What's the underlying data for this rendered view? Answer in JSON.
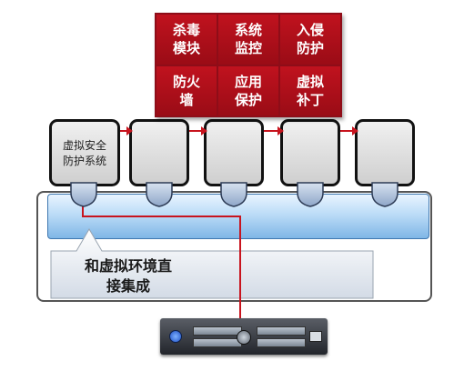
{
  "modules": [
    {
      "name": "module-antivirus",
      "lines": [
        "杀毒",
        "模块"
      ]
    },
    {
      "name": "module-system-monitor",
      "lines": [
        "系统",
        "监控"
      ]
    },
    {
      "name": "module-intrusion-prevention",
      "lines": [
        "入侵",
        "防护"
      ]
    },
    {
      "name": "module-firewall",
      "lines": [
        "防火",
        "墙"
      ]
    },
    {
      "name": "module-app-protection",
      "lines": [
        "应用",
        "保护"
      ]
    },
    {
      "name": "module-virtual-patch",
      "lines": [
        "虚拟",
        "补丁"
      ]
    }
  ],
  "vm_label_lines": [
    "虚拟安全",
    "防护系统"
  ],
  "callout_lines": [
    "和虚拟环境直",
    "接集成"
  ],
  "colors": {
    "module_red": "#b0101a",
    "connector_red": "#c8141e",
    "band_blue": "#7fb6e6",
    "shield_blue": "#9fb6d6"
  },
  "icons": {
    "agent": "shield-icon",
    "host": "server-icon"
  }
}
